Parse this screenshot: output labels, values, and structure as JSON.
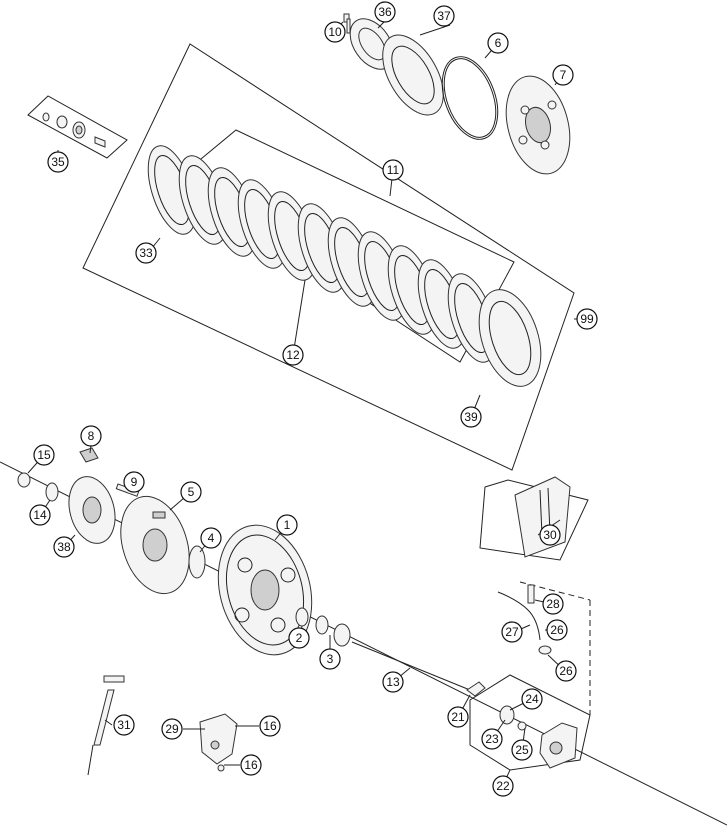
{
  "diagram": {
    "callouts": [
      {
        "id": "c10",
        "label": "10"
      },
      {
        "id": "c36",
        "label": "36"
      },
      {
        "id": "c37",
        "label": "37"
      },
      {
        "id": "c6",
        "label": "6"
      },
      {
        "id": "c7",
        "label": "7"
      },
      {
        "id": "c35",
        "label": "35"
      },
      {
        "id": "c11",
        "label": "11"
      },
      {
        "id": "c33",
        "label": "33"
      },
      {
        "id": "c99",
        "label": "99"
      },
      {
        "id": "c12",
        "label": "12"
      },
      {
        "id": "c39",
        "label": "39"
      },
      {
        "id": "c8",
        "label": "8"
      },
      {
        "id": "c15",
        "label": "15"
      },
      {
        "id": "c9",
        "label": "9"
      },
      {
        "id": "c5",
        "label": "5"
      },
      {
        "id": "c14",
        "label": "14"
      },
      {
        "id": "c38",
        "label": "38"
      },
      {
        "id": "c1",
        "label": "1"
      },
      {
        "id": "c4",
        "label": "4"
      },
      {
        "id": "c30",
        "label": "30"
      },
      {
        "id": "c28",
        "label": "28"
      },
      {
        "id": "c27",
        "label": "27"
      },
      {
        "id": "c26a",
        "label": "26"
      },
      {
        "id": "c26b",
        "label": "26"
      },
      {
        "id": "c2",
        "label": "2"
      },
      {
        "id": "c3",
        "label": "3"
      },
      {
        "id": "c13",
        "label": "13"
      },
      {
        "id": "c24",
        "label": "24"
      },
      {
        "id": "c21",
        "label": "21"
      },
      {
        "id": "c31",
        "label": "31"
      },
      {
        "id": "c29",
        "label": "29"
      },
      {
        "id": "c16a",
        "label": "16"
      },
      {
        "id": "c16b",
        "label": "16"
      },
      {
        "id": "c23",
        "label": "23"
      },
      {
        "id": "c25",
        "label": "25"
      },
      {
        "id": "c22",
        "label": "22"
      }
    ]
  }
}
